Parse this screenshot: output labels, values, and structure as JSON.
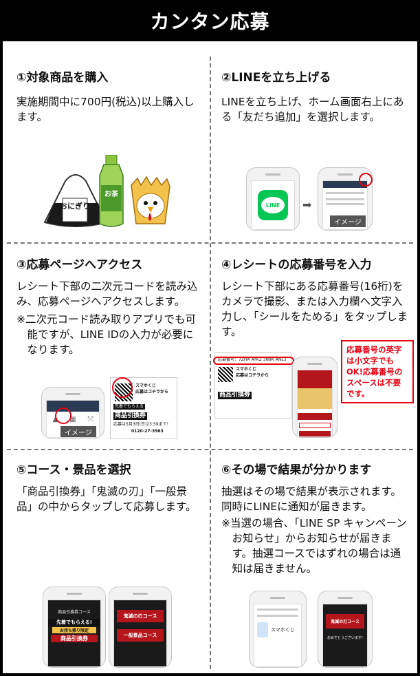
{
  "header": {
    "title": "カンタン応募"
  },
  "steps": [
    {
      "title": "①対象商品を購入",
      "body": "実施期間中に700円(税込)以上購入します。"
    },
    {
      "title": "②LINEを立ち上げる",
      "body": "LINEを立ち上げ、ホーム画面右上にある「友だち追加」を選択します。"
    },
    {
      "title": "③応募ページへアクセス",
      "body": "レシート下部の二次元コードを読み込み、応募ページへアクセスします。",
      "note": "※二次元コード読み取りアプリでも可能ですが、LINE IDの入力が必要になります。"
    },
    {
      "title": "④レシートの応募番号を入力",
      "body": "レシート下部にある応募番号(16桁)をカメラで撮影、または入力欄へ文字入力し、「シールをためる」をタップします。"
    },
    {
      "title": "⑤コース・景品を選択",
      "body": "「商品引換券」「鬼滅の刃」「一般景品」の中からタップして応募します。"
    },
    {
      "title": "⑥その場で結果が分かります",
      "body": "抽選はその場で結果が表示されます。同時にLINEに通知が届きます。",
      "note": "※当選の場合、「LINE SP キャンペーン お知らせ」からお知らせが届きます。抽選コースではずれの場合は通知は届きません。"
    }
  ],
  "illustrations": {
    "onigiri_label": "おにぎり",
    "tea_label": "お茶",
    "line_logo": "LINE",
    "image_tag": "イメージ",
    "receipt_number": "応募番号：7ZHA AYKZ 3N9K ANL3",
    "receipt_line1": "スマホくじ",
    "receipt_line2": "応募はコチラから",
    "receipt_ticket": "商品引換券",
    "receipt_deadline": "応募は5月3日(日)23:59まで!",
    "receipt_phone": "0120-27-3963",
    "receipt_promo": "先着でもらえる",
    "notice": "応募番号の英字は小文字でもOK!応募番号のスペースは不要です。",
    "course_voucher_header": "商品引換券コース",
    "course_voucher_text1": "先着でもらえる!",
    "course_voucher_text2": "お持ち帰り限定",
    "course_voucher_text3": "商品引換券",
    "course_kimetsu": "鬼滅の刃コース",
    "course_general": "一般景品コース",
    "result_title": "スマホくじ",
    "result_congrats": "おめでとうございます!"
  },
  "colors": {
    "accent_red": "#e60012",
    "line_green": "#06c755",
    "dark_red": "#b5161c"
  }
}
